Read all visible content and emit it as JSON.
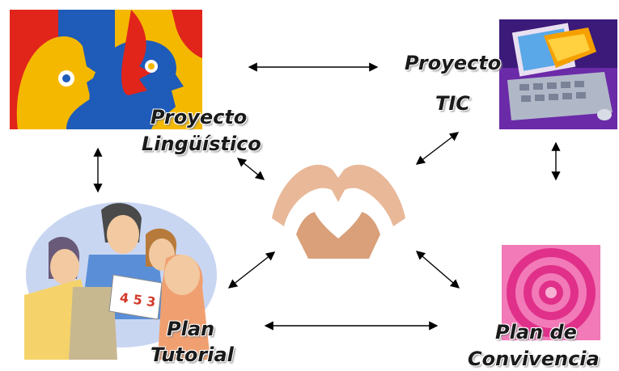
{
  "nodes": {
    "linguistico": {
      "label_line1": "Proyecto",
      "label_line2": "Lingüístico",
      "icon": "european-languages-logo"
    },
    "tic": {
      "label_line1": "Proyecto",
      "label_line2": "TIC",
      "icon": "computer-illustration"
    },
    "tutorial": {
      "label_line1": "Plan",
      "label_line2": "Tutorial",
      "icon": "group-meeting-illustration",
      "clipart_text": "4 5 3"
    },
    "convivencia": {
      "label_line1": "Plan de",
      "label_line2": "Convivencia",
      "icon": "pink-spiral"
    },
    "center": {
      "icon": "heart-hands-photo"
    }
  },
  "colors": {
    "pink": "#e0308a",
    "logo_blue": "#1f5bb8",
    "logo_yellow": "#f5b800",
    "logo_red": "#e1251b",
    "logo_green": "#2e9a3e"
  }
}
